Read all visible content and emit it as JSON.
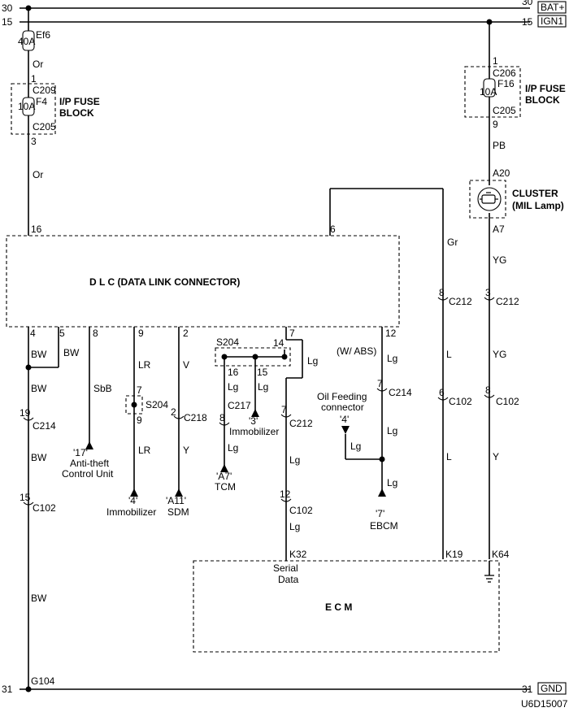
{
  "rails": {
    "bat_num_left": "30",
    "bat_num_right": "30",
    "bat_label": "BAT+",
    "ign_num_left": "15",
    "ign_num_right": "15",
    "ign_label": "IGN1",
    "gnd_num_left": "31",
    "gnd_num_right": "31",
    "gnd_label": "GND"
  },
  "left_fuse": {
    "ef_name": "Ef6",
    "ef_rating": "40A",
    "wire_top": "Or",
    "pin_in": "1",
    "conn_in": "C209",
    "fuse_name": "F4",
    "fuse_rating": "10A",
    "conn_out": "C205",
    "pin_out": "3",
    "wire_bottom": "Or",
    "block_line1": "I/P FUSE",
    "block_line2": "BLOCK"
  },
  "right_fuse": {
    "pin_in": "1",
    "conn_in": "C206",
    "fuse_name": "F16",
    "fuse_rating": "10A",
    "conn_out": "C205",
    "pin_out": "9",
    "wire": "PB",
    "block_line1": "I/P FUSE",
    "block_line2": "BLOCK"
  },
  "cluster": {
    "pin_top": "A20",
    "pin_bottom": "A7",
    "name": "CLUSTER",
    "sub": "(MIL Lamp)",
    "wire": "YG"
  },
  "dlc": {
    "title": "D L C (DATA LINK CONNECTOR)",
    "pin16": "16",
    "pin6": "6",
    "pin4": "4",
    "pin5": "5",
    "pin8": "8",
    "pin9": "9",
    "pin2": "2",
    "pin7": "7",
    "pin12": "12"
  },
  "wires": {
    "bw_a": "BW",
    "bw_b": "BW",
    "bw_c": "BW",
    "bw_d": "BW",
    "bw_e": "BW",
    "sbb": "SbB",
    "lr_a": "LR",
    "lr_b": "LR",
    "v": "V",
    "y_sdm": "Y",
    "gr": "Gr",
    "l_a": "L",
    "l_b": "L",
    "yg_b": "YG",
    "y_ecm": "Y",
    "lg_pin7": "Lg",
    "lg_s204a": "Lg",
    "lg_s204b": "Lg",
    "lg_tcm": "Lg",
    "lg_c212": "Lg",
    "lg_c102": "Lg",
    "lg_abs": "Lg",
    "lg_c214": "Lg",
    "lg_oil": "Lg",
    "lg_ebcm": "Lg"
  },
  "connectors": {
    "c214_pin": "19",
    "c214": "C214",
    "c102_pin_left": "15",
    "c102_left": "C102",
    "s204_top": "7",
    "s204_bottom": "9",
    "s204_mid": "S204",
    "c218_pin": "2",
    "c218": "C218",
    "s204_splice": "S204",
    "s204_pin14": "14",
    "s204_pin16": "16",
    "s204_pin15": "15",
    "c217_pin": "8",
    "c217": "C217",
    "c212_pin_mid": "7",
    "c212_mid": "C212",
    "c102_pin_mid": "12",
    "c102_mid": "C102",
    "c214_pin_abs": "7",
    "c214_abs": "C214",
    "c212_pin_gr": "8",
    "c212_gr": "C212",
    "c102_pin_gr": "6",
    "c102_gr": "C102",
    "c212_pin_yg": "3",
    "c212_yg": "C212",
    "c102_pin_yg": "8",
    "c102_yg": "C102",
    "wabs": "(W/ ABS)"
  },
  "endpoints": {
    "antitheft_id": "'17'",
    "antitheft_l1": "Anti-theft",
    "antitheft_l2": "Control Unit",
    "immob_id": "'4'",
    "immob": "Immobilizer",
    "sdm_id": "'A11'",
    "sdm": "SDM",
    "tcm_id": "'A7'",
    "tcm": "TCM",
    "immob2_id": "'3'",
    "immob2": "Immobilizer",
    "oil_l1": "Oil Feeding",
    "oil_l2": "connector",
    "oil_id": "'4'",
    "ebcm_id": "'7'",
    "ebcm": "EBCM"
  },
  "ecm": {
    "title": "E C M",
    "k32": "K32",
    "k19": "K19",
    "k64": "K64",
    "serial1": "Serial",
    "serial2": "Data"
  },
  "ground": "G104",
  "diagram_id": "U6D15007"
}
